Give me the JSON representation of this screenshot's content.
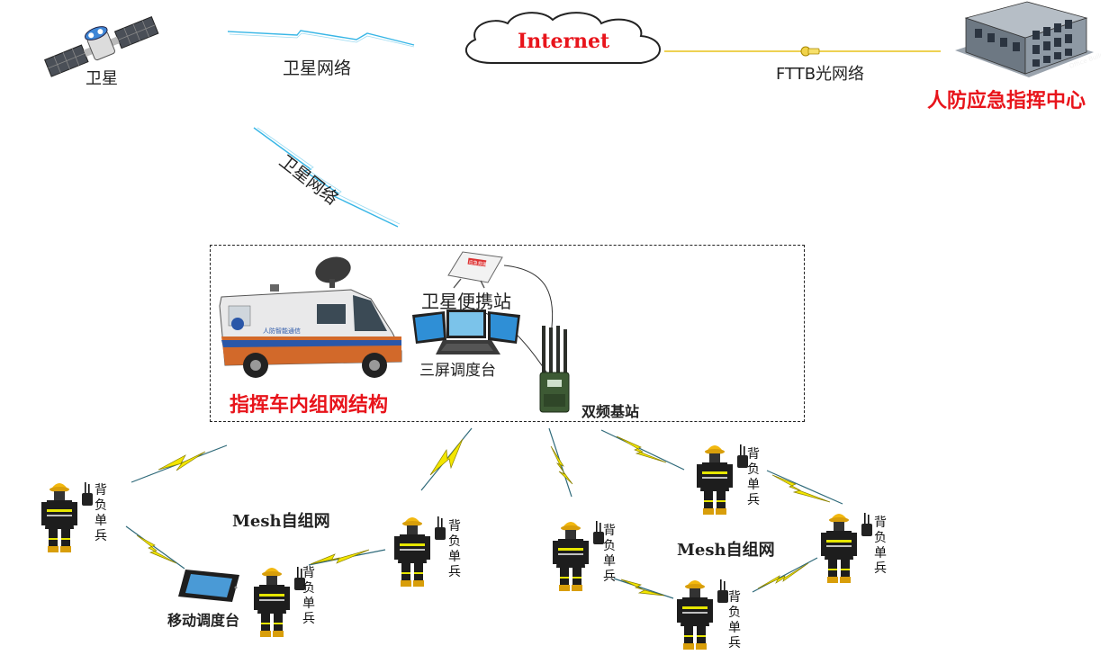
{
  "satellite": {
    "label": "卫星"
  },
  "satellite_link_top": {
    "label": "卫星网络"
  },
  "satellite_link_diag": {
    "label": "卫星网络"
  },
  "internet": {
    "label": "Internet"
  },
  "fttb": {
    "label": "FTTB光网络"
  },
  "command_center": {
    "label": "人防应急指挥中心",
    "building_sign": "Office Building"
  },
  "vehicle_group": {
    "title": "指挥车内组网结构",
    "van_sign": "人防智能通信",
    "portable_station": "卫星便携站",
    "portable_sign": "应急救援",
    "triple_screen": "三屏调度台",
    "base_station": "双频基站"
  },
  "mesh_left": {
    "label": "Mesh自组网"
  },
  "mesh_right": {
    "label": "Mesh自组网"
  },
  "mobile_console": {
    "label": "移动调度台"
  },
  "soldiers": [
    {
      "label": "背负单兵"
    },
    {
      "label": "背负单兵"
    },
    {
      "label": "背负单兵"
    },
    {
      "label": "背负单兵"
    },
    {
      "label": "背负单兵"
    },
    {
      "label": "背负单兵"
    },
    {
      "label": "背负单兵"
    }
  ],
  "colors": {
    "accent_red": "#e8141b",
    "radio_yellow": "#f3e600",
    "sat_link_blue": "#38b6e6",
    "fiber_yellow": "#e8c21a",
    "van_orange": "#d2692a"
  }
}
